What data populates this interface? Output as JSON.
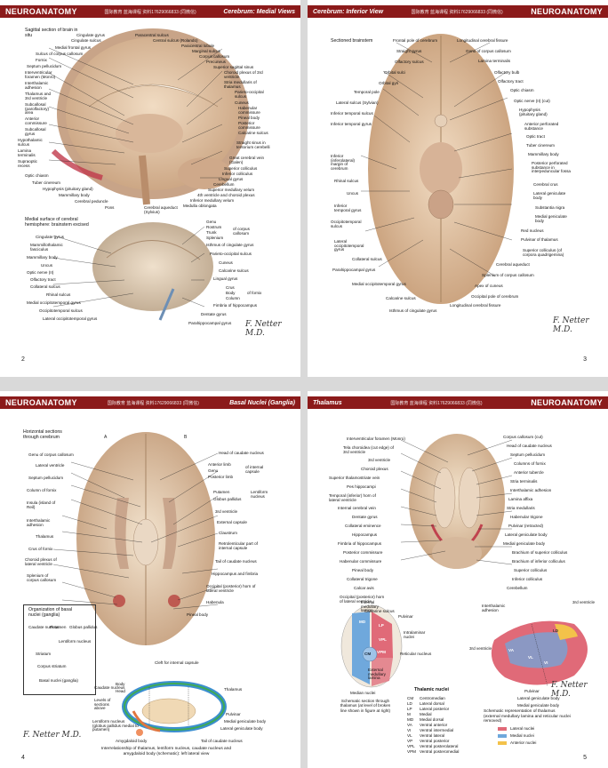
{
  "pages": [
    {
      "header_left": "NEUROANATOMY",
      "header_mid": "国际教育 蓝海课程 资料17629066833 (同微信)",
      "header_right": "Cerebrum: Medial Views",
      "number": "2",
      "captions": [
        "Sagittal section of brain in situ",
        "Medial surface of cerebral hemisphere: brainstem excised"
      ],
      "labels_left_top": [
        "Cingulate gyrus",
        "Cingulate sulcus",
        "Medial frontal gyrus",
        "Sulcus of corpus callosum",
        "Fornix",
        "Septum pellucidum",
        "Interventricular foramen (Monro)",
        "Interthalamic adhesion",
        "Thalamus and 3rd ventricle",
        "Subcallosal (parolfactory) area",
        "Anterior commissure",
        "Subcallosal gyrus",
        "Hypothalamic sulcus",
        "Lamina terminalis",
        "Supraoptic recess",
        "Optic chiasm",
        "Tuber cinereum",
        "Hypophysis (pituitary gland)",
        "Mammillary body",
        "Cerebral peduncle",
        "Pons"
      ],
      "labels_top": [
        "Paracentral sulcus",
        "Central sulcus (Rolando)",
        "Paracentral lobule",
        "Marginal sulcus",
        "Corpus callosum",
        "Precuneus",
        "Superior sagittal sinus",
        "Choroid plexus of 3rd ventricle",
        "Stria medullaris of thalamus",
        "Parieto-occipital sulcus",
        "Cuneus",
        "Habenular commissure",
        "Pineal body",
        "Posterior commissure",
        "Calcarine sulcus",
        "Straight sinus in tentorium cerebelli",
        "Great cerebral vein (Galen)",
        "Superior colliculus",
        "Inferior colliculus",
        "Lingual gyrus",
        "Cerebellum",
        "Superior medullary velum",
        "4th ventricle and choroid plexus",
        "Inferior medullary velum",
        "Medulla oblongata",
        "Cerebral aqueduct (Sylvius)"
      ],
      "labels_left_bottom": [
        "Cingulate gyrus",
        "Mammillothalamic fasciculus",
        "Mammillary body",
        "Uncus",
        "Optic nerve (II)",
        "Olfactory tract",
        "Collateral sulcus",
        "Rhinal sulcus",
        "Medial occipitotemporal gyrus",
        "Occipitotemporal sulcus",
        "Lateral occipitotemporal gyrus"
      ],
      "labels_right_bottom": [
        "Genu",
        "Rostrum",
        "Trunk",
        "Splenium",
        "of corpus callosum",
        "Isthmus of cingulate gyrus",
        "Parieto-occipital sulcus",
        "Cuneus",
        "Calcarine sulcus",
        "Lingual gyrus",
        "Crus",
        "Body",
        "Column",
        "of fornix",
        "Fimbria of hippocampus",
        "Dentate gyrus",
        "Parahippocampal gyrus"
      ]
    },
    {
      "header_left": "Cerebrum: Inferior View",
      "header_mid": "国际教育 蓝海课程 资料17629066833 (同微信)",
      "header_right": "NEUROANATOMY",
      "number": "3",
      "caption": "Sectioned brainstem",
      "labels_left": [
        "Frontal pole of cerebrum",
        "Straight gyrus",
        "Olfactory sulcus",
        "Orbital sulci",
        "Orbital gyri",
        "Temporal pole",
        "Lateral sulcus (Sylvian)",
        "Inferior temporal sulcus",
        "Inferior temporal gyrus",
        "Inferior (inferolateral) margin of cerebrum",
        "Rhinal sulcus",
        "Uncus",
        "Inferior temporal gyrus",
        "Occipitotemporal sulcus",
        "Lateral occipitotemporal gyrus",
        "Collateral sulcus",
        "Parahippocampal gyrus",
        "Medial occipitotemporal gyrus",
        "Calcarine sulcus",
        "Isthmus of cingulate gyrus"
      ],
      "labels_right": [
        "Longitudinal cerebral fissure",
        "Genu of corpus callosum",
        "Lamina terminalis",
        "Olfactory bulb",
        "Olfactory tract",
        "Optic chiasm",
        "Optic nerve (II) (cut)",
        "Hypophysis (pituitary gland)",
        "Anterior perforated substance",
        "Optic tract",
        "Tuber cinereum",
        "Mammillary body",
        "Posterior perforated substance in interpeduncular fossa",
        "Cerebral crus",
        "Lateral geniculate body",
        "Substantia nigra",
        "Medial geniculate body",
        "Red nucleus",
        "Pulvinar of thalamus",
        "Superior colliculus (of corpora quadrigemina)",
        "Cerebral aqueduct",
        "Splenium of corpus callosum",
        "Apex of cuneus",
        "Occipital pole of cerebrum",
        "Longitudinal cerebral fissure"
      ]
    },
    {
      "header_left": "NEUROANATOMY",
      "header_mid": "国际教育 蓝海课程 资料17629066833 (同微信)",
      "header_right": "Basal Nuclei (Ganglia)",
      "number": "4",
      "caption_top": "Horizontal sections through cerebrum",
      "labels_left": [
        "Genu of corpus callosum",
        "Lateral ventricle",
        "Septum pellucidum",
        "Column of fornix",
        "Insula (island of Reil)",
        "Interthalamic adhesion",
        "Thalamus",
        "Crus of fornix",
        "Choroid plexus of lateral ventricle",
        "Splenium of corpus callosum"
      ],
      "labels_right": [
        "Head of caudate nucleus",
        "Anterior limb",
        "Genu",
        "Posterior limb",
        "of internal capsule",
        "Putamen",
        "Globus pallidus",
        "Lentiform nucleus",
        "3rd ventricle",
        "External capsule",
        "Claustrum",
        "Retrolenticular part of internal capsule",
        "Tail of caudate nucleus",
        "Hippocampus and fimbria",
        "Occipital (posterior) horn of lateral ventricle",
        "Habenula",
        "Pineal body"
      ],
      "org_title": "Organization of basal nuclei (ganglia)",
      "org_items": [
        "Caudate nucleus",
        "Putamen",
        "Globus pallidus",
        "Lentiform nucleus",
        "Striatum",
        "Corpus striatum",
        "Basal nuclei (ganglia)"
      ],
      "cleft_label": "Cleft for internal capsule",
      "schem_labels_left": [
        "Caudate nucleus",
        "Body",
        "Head",
        "Levels of sections above",
        "Lentiform nucleus (globus pallidus medial to putamen)",
        "Amygdaloid body"
      ],
      "schem_labels_right": [
        "Thalamus",
        "Pulvinar",
        "Medial geniculate body",
        "Lateral geniculate body",
        "Tail of caudate nucleus"
      ],
      "section_letters": [
        "A",
        "B"
      ],
      "caption_bottom": "Interrelationship of thalamus, lentiform nucleus, caudate nucleus and amygdaloid body (schematic): left lateral view"
    },
    {
      "header_left": "Thalamus",
      "header_mid": "国际教育 蓝海课程 资料17629066833 (同微信)",
      "header_right": "NEUROANATOMY",
      "number": "5",
      "labels_left": [
        "Interventricular foramen (Monro)",
        "Tela choroidea (cut edge) of 3rd ventricle",
        "3rd ventricle",
        "Choroid plexus",
        "Superior thalamostriate vein",
        "Pes hippocampi",
        "Temporal (inferior) horn of lateral ventricle",
        "Internal cerebral vein",
        "Dentate gyrus",
        "Collateral eminence",
        "Hippocampus",
        "Fimbria of hippocampus",
        "Posterior commissure",
        "Habenular commissure",
        "Pineal body",
        "Collateral trigone",
        "Calcar avis",
        "Occipital (posterior) horn of lateral ventricle",
        "Calcarine sulcus"
      ],
      "labels_right": [
        "Corpus callosum (cut)",
        "Head of caudate nucleus",
        "Septum pellucidum",
        "Columns of fornix",
        "Anterior tubercle",
        "Stria terminalis",
        "Interthalamic adhesion",
        "Lamina affixa",
        "Stria medullaris",
        "Habenular trigone",
        "Pulvinar (retracted)",
        "Lateral geniculate body",
        "Medial geniculate body",
        "Brachium of superior colliculus",
        "Brachium of inferior colliculus",
        "Superior colliculus",
        "Inferior colliculus",
        "Cerebellum"
      ],
      "schem_left_labels": [
        "Internal medullary lamina",
        "Pulvinar",
        "Intralaminar nuclei",
        "Reticular nucleus",
        "External medullary lamina",
        "Median nuclei"
      ],
      "schem_left_caption": "Schematic section through thalamus (at level of broken line shown in figure at right)",
      "schem_right_labels": [
        "Interthalamic adhesion",
        "3rd ventricle",
        "3rd ventricle",
        "Pulvinar",
        "Lateral geniculate body",
        "Medial geniculate body"
      ],
      "thal_regions": [
        "MD",
        "LP",
        "VPL",
        "VPM",
        "CM",
        "LD",
        "VA",
        "VL",
        "VI"
      ],
      "nuclei_title": "Thalamic nuclei",
      "nuclei": [
        {
          "abbr": "CM",
          "name": "Centromedian"
        },
        {
          "abbr": "LD",
          "name": "Lateral dorsal"
        },
        {
          "abbr": "LP",
          "name": "Lateral posterior"
        },
        {
          "abbr": "M",
          "name": "Medial"
        },
        {
          "abbr": "MD",
          "name": "Medial dorsal"
        },
        {
          "abbr": "VA",
          "name": "Ventral anterior"
        },
        {
          "abbr": "VI",
          "name": "Ventral intermedial"
        },
        {
          "abbr": "VL",
          "name": "Ventral lateral"
        },
        {
          "abbr": "VP",
          "name": "Ventral posterior"
        },
        {
          "abbr": "VPL",
          "name": "Ventral posterolateral"
        },
        {
          "abbr": "VPM",
          "name": "Ventral posteromedial"
        }
      ],
      "schem_right_caption": "Schematic representation of thalamus (external medullary lamina and reticular nuclei removed)",
      "legend": [
        {
          "label": "Lateral nuclei",
          "color": "#e06a78"
        },
        {
          "label": "Medial nuclei",
          "color": "#6fa8dc"
        },
        {
          "label": "Anterior nuclei",
          "color": "#f3c24a"
        }
      ]
    }
  ],
  "signature": "F. Netter M.D."
}
